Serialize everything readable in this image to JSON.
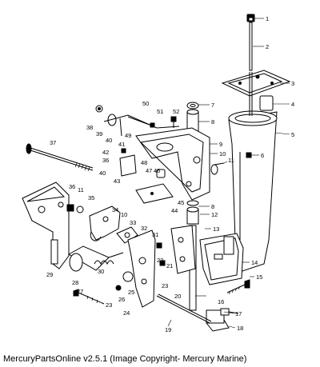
{
  "caption": "MercuryPartsOnline v2.5.1 (Image Copyright- Mercury Marine)",
  "callouts": [
    "1",
    "2",
    "3",
    "4",
    "5",
    "6",
    "7",
    "8",
    "8",
    "9",
    "10",
    "10",
    "11",
    "11",
    "12",
    "13",
    "14",
    "15",
    "16",
    "17",
    "18",
    "19",
    "20",
    "21",
    "22",
    "23",
    "23",
    "24",
    "25",
    "26",
    "27",
    "28",
    "29",
    "30",
    "31",
    "32",
    "33",
    "34",
    "35",
    "36",
    "36",
    "37",
    "38",
    "39",
    "40",
    "40",
    "41",
    "42",
    "43",
    "44",
    "45",
    "46",
    "47",
    "48",
    "49",
    "50",
    "51",
    "52"
  ]
}
